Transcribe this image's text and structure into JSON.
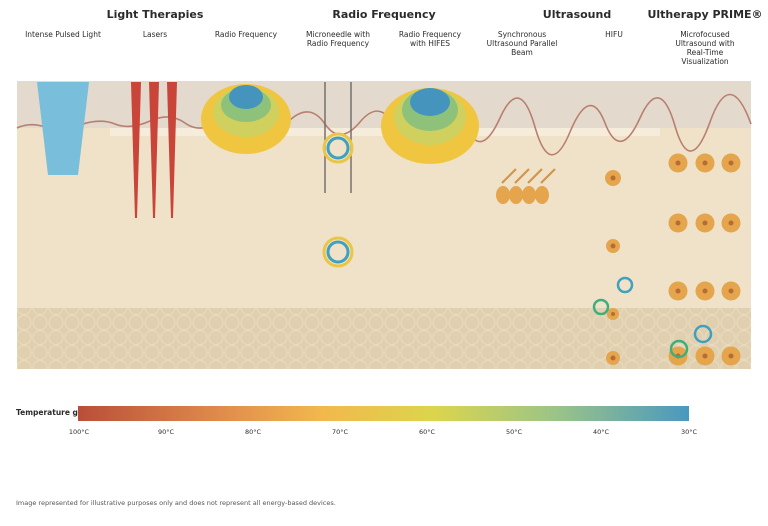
{
  "categories": [
    {
      "name": "Light Therapies"
    },
    {
      "name": "Radio Frequency"
    },
    {
      "name": "Ultrasound"
    },
    {
      "name": "Ultherapy PRIME®"
    }
  ],
  "technologies": [
    {
      "label": "Intense Pulsed Light"
    },
    {
      "label": "Lasers"
    },
    {
      "label": "Radio Frequency"
    },
    {
      "label": "Microneedle with\nRadio Frequency"
    },
    {
      "label": "Radio Frequency\nwith HIFES"
    },
    {
      "label": "Synchronous\nUltrasound Parallel\nBeam"
    },
    {
      "label": "HIFU"
    },
    {
      "label": "Microfocused\nUltrasound with\nReal-Time\nVisualization"
    }
  ],
  "legend": {
    "title": "Temperature guide",
    "ticks": [
      "100°C",
      "90°C",
      "80°C",
      "70°C",
      "60°C",
      "50°C",
      "40°C",
      "30°C"
    ]
  },
  "footer": {
    "disclaimer": "Image represented for illustrative purposes only and does not represent all energy-based devices."
  },
  "colors": {
    "epidermis": "#e3d9cc",
    "dermis": "#efe2c8",
    "fat": "#e1d0b0",
    "ipl": "#79bedb",
    "laser": "#c9453a",
    "heat_outer": "#f0c641",
    "heat_mid": "#cfd05e",
    "heat_inner": "#8ec27a",
    "heat_core": "#4594bd",
    "thermal_point": "#e4a54d",
    "ring_blue": "#3fa0bf",
    "ring_green": "#3fae7c"
  }
}
